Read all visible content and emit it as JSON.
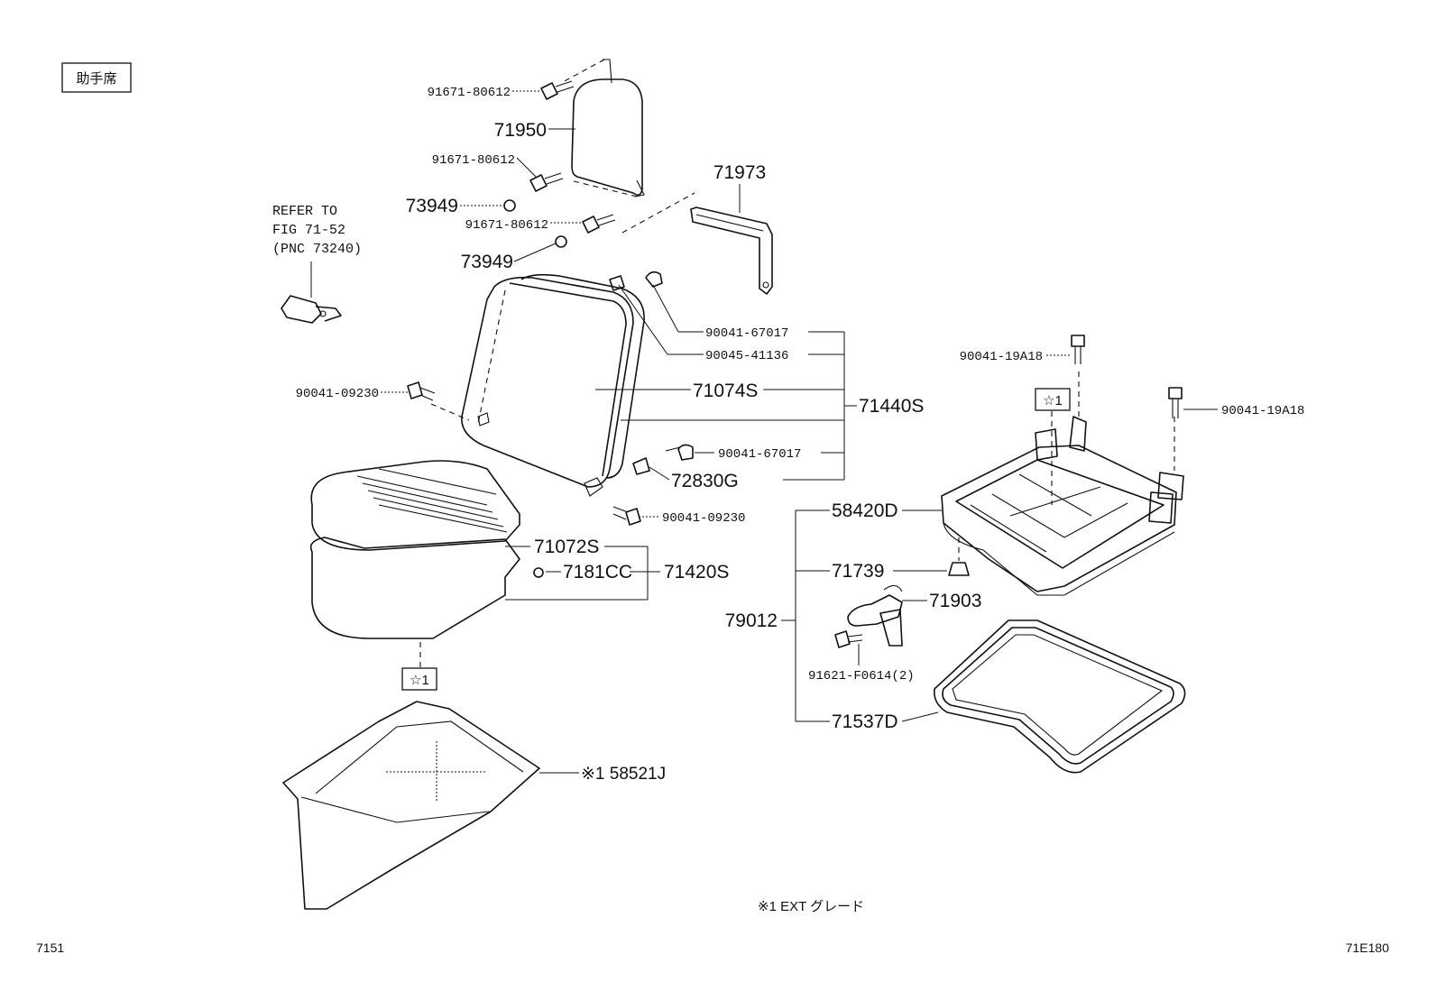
{
  "figure": {
    "section_tag": "助手席",
    "refer_note": [
      "REFER TO",
      "FIG 71-52",
      "(PNC 73240)"
    ],
    "footnote": "※1 EXT グレード",
    "page_left": "7151",
    "page_right": "71E180",
    "star_marker": "☆1"
  },
  "parts": {
    "p91671_a": "91671-80612",
    "p71950": "71950",
    "p91671_b": "91671-80612",
    "p73949_a": "73949",
    "p91671_c": "91671-80612",
    "p73949_b": "73949",
    "p71973": "71973",
    "p90041_67017_a": "90041-67017",
    "p90045_41136": "90045-41136",
    "p71074S": "71074S",
    "p71440S": "71440S",
    "p90041_09230_a": "90041-09230",
    "p90041_67017_b": "90041-67017",
    "p72830G": "72830G",
    "p90041_09230_b": "90041-09230",
    "p71072S": "71072S",
    "p7181CC": "7181CC",
    "p71420S": "71420S",
    "p58521J": "※1 58521J",
    "p90041_19A18_a": "90041-19A18",
    "p90041_19A18_b": "90041-19A18",
    "p58420D": "58420D",
    "p71739": "71739",
    "p71903": "71903",
    "p79012": "79012",
    "p91621": "91621-F0614(2)",
    "p71537D": "71537D"
  }
}
